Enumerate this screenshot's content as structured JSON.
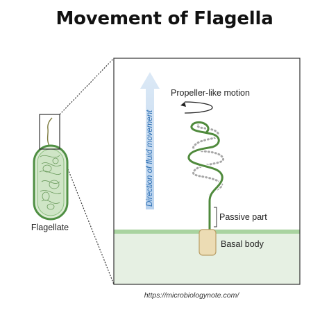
{
  "title": "Movement of Flagella",
  "labels": {
    "cell": "Flagellate",
    "direction": "Direction of fluid movement",
    "motion": "Propeller-like motion",
    "passive": "Passive part",
    "basal": "Basal body"
  },
  "source": "https://microbiologynote.com/",
  "colors": {
    "flagellum": "#4f8a3c",
    "cell_fill": "#d6e9cf",
    "cell_stroke": "#5a9a4a",
    "medium": "#e4efe2",
    "membrane": "#a9d3a0",
    "basal_body": "#ecdcb4",
    "arrow": "#c4d9ef",
    "wave_ghost": "#a7a7a7"
  }
}
